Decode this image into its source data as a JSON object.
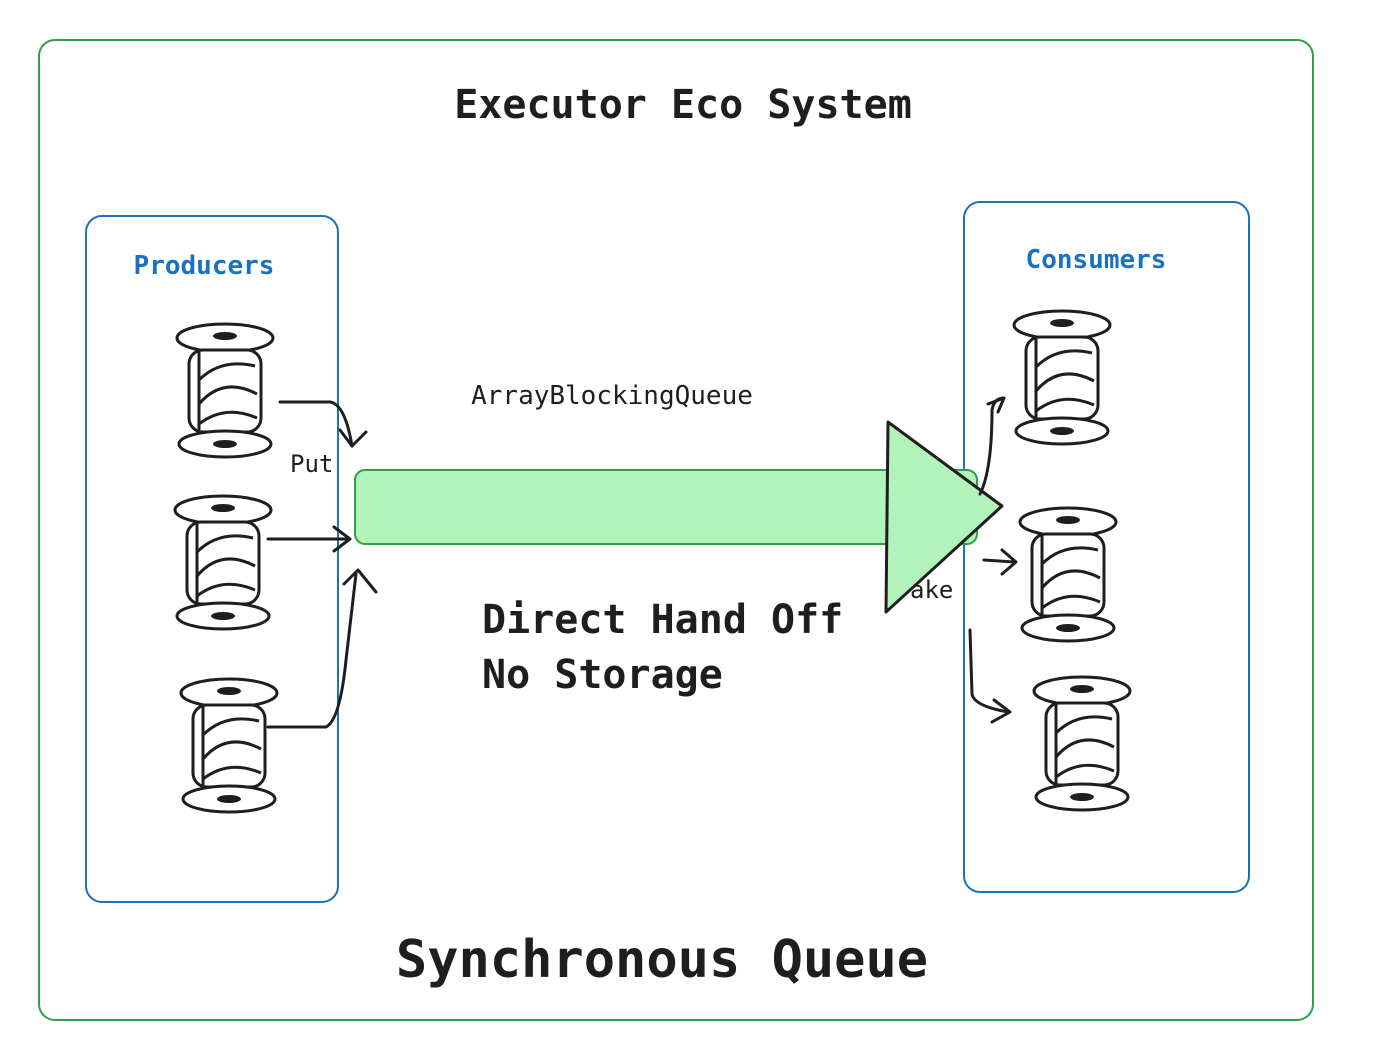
{
  "diagram": {
    "title": "Executor Eco System",
    "footer": "Synchronous Queue",
    "producers": {
      "label": "Producers",
      "count": 3
    },
    "consumers": {
      "label": "Consumers",
      "count": 3
    },
    "queue": {
      "label": "ArrayBlockingQueue",
      "notes": [
        "Direct Hand Off",
        "No Storage"
      ]
    },
    "operations": {
      "put": "Put",
      "take": "ake"
    },
    "colors": {
      "outer_border": "#2f9e44",
      "group_border": "#1971c2",
      "group_label": "#1971c2",
      "queue_fill": "#b2f2bb",
      "queue_stroke": "#2f9e44",
      "ink": "#1e1e1e"
    },
    "icons": {
      "worker": "spool-thread-icon"
    }
  }
}
